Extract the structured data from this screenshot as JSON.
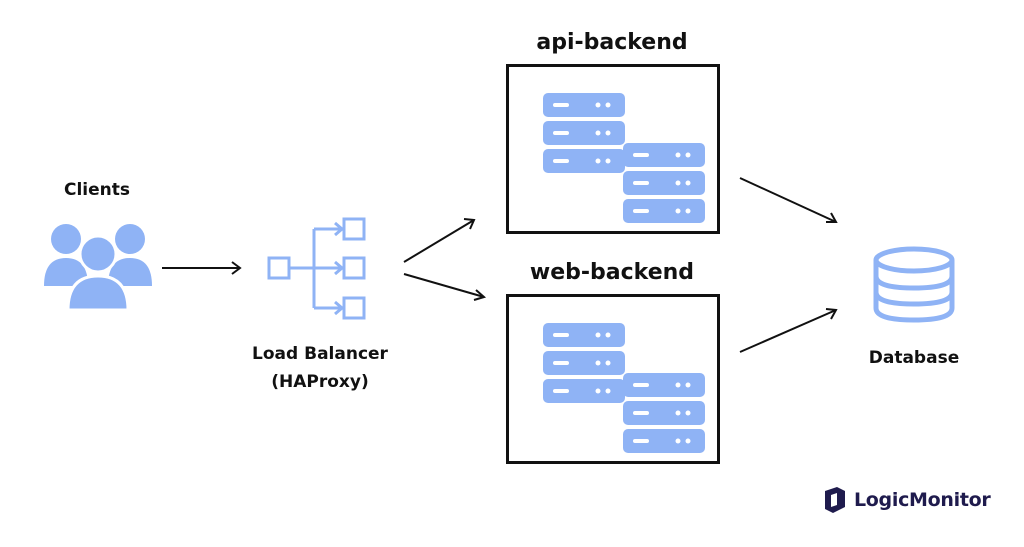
{
  "nodes": {
    "clients": "Clients",
    "load_balancer_line1": "Load Balancer",
    "load_balancer_line2": "(HAProxy)",
    "api_backend": "api-backend",
    "web_backend": "web-backend",
    "database": "Database"
  },
  "brand": {
    "name": "LogicMonitor"
  },
  "colors": {
    "icon_fill": "#8fb3f5",
    "icon_stroke": "#8fb3f5",
    "frame": "#111111",
    "brand": "#1f1b4d"
  }
}
